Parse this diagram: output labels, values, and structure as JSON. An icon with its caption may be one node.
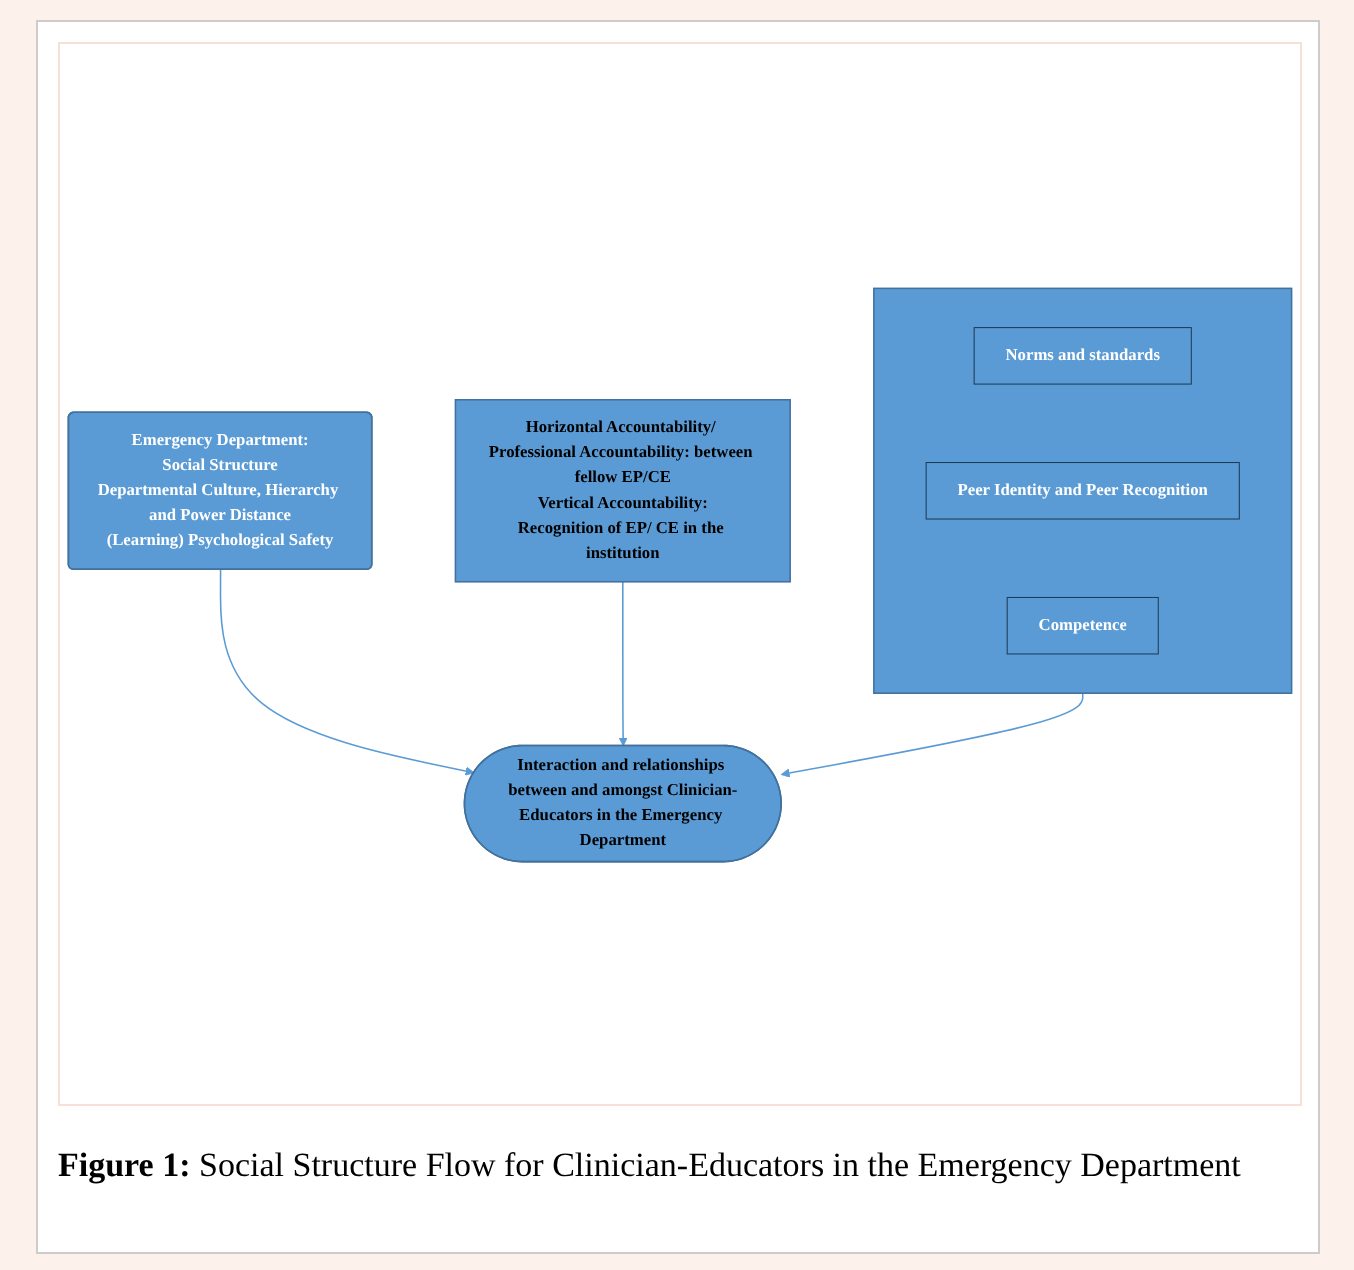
{
  "diagram": {
    "nodes": [
      {
        "text": [
          "Emergency Department:",
          "Social Structure",
          "Departmental Culture, Hierarchy and Power Distance",
          "(Learning) Psychological Safety"
        ]
      },
      {
        "text": [
          "Interaction and relationships between and amongst Clinician-Educators in the Emergency Department"
        ]
      },
      {
        "text": [
          "Horizontal Accountability/ Professional Accountability: between fellow EP/CE",
          "Vertical Accountability:",
          "Recognition of EP/ CE in the institution"
        ]
      },
      {
        "text": [],
        "shape": "box"
      },
      {
        "text": [
          "Norms and standards"
        ],
        "in": 3
      },
      {
        "text": [
          "Peer Identity and Peer Recognition"
        ],
        "in": 3
      },
      {
        "text": [
          "Competence"
        ],
        "in": 3
      }
    ],
    "edges": [
      {
        "from": 0,
        "to": 1,
        "arrow": "to"
      },
      {
        "from": 2,
        "to": 1,
        "arrow": "to"
      },
      {
        "from": 3,
        "to": 1,
        "arrow": "to"
      }
    ],
    "caption": "**Figure 1:** Social Structure Flow for Clinician-Educators in the Emergency Department"
  }
}
